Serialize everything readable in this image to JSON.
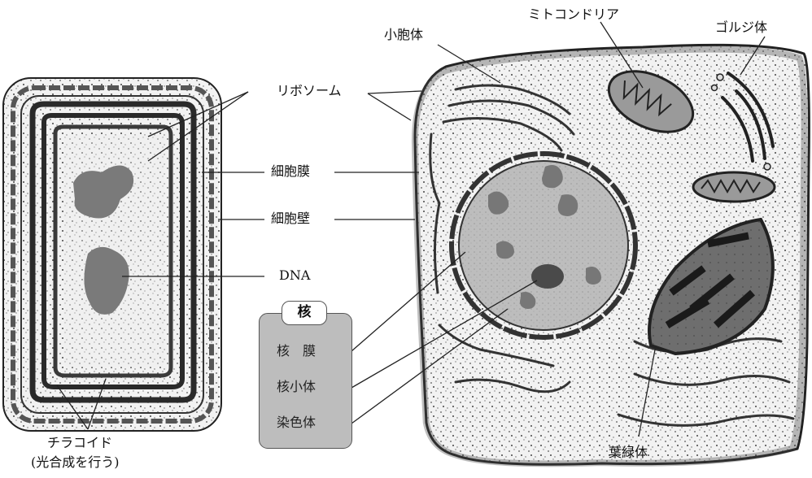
{
  "prokaryote": {
    "ribosome": "リボソーム",
    "cell_membrane": "細胞膜",
    "cell_wall": "細胞壁",
    "dna": "DNA",
    "thylakoid": "チラコイド",
    "thylakoid_note": "(光合成を行う)"
  },
  "eukaryote": {
    "vesicle": "小胞体",
    "mitochondria": "ミトコンドリア",
    "golgi": "ゴルジ体",
    "chloroplast": "葉緑体"
  },
  "nucleus_box": {
    "title": "核",
    "items": [
      "核　膜",
      "核小体",
      "染色体"
    ]
  }
}
